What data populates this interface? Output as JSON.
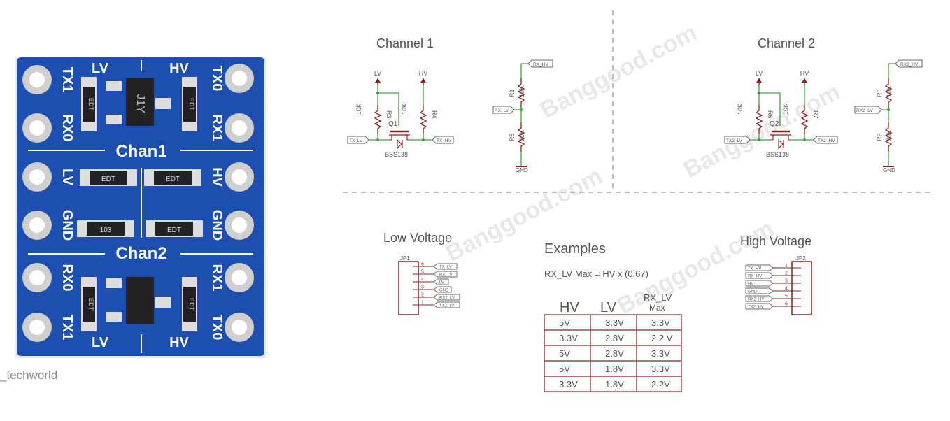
{
  "board": {
    "labels": {
      "tx1_left": "TX1",
      "lv_top": "LV",
      "hv_top": "HV",
      "tx0_right": "TX0",
      "rx0_left": "RX0",
      "rx1_right": "RX1",
      "chan1": "Chan1",
      "lv_mid": "LV",
      "hv_mid": "HV",
      "gnd_left": "GND",
      "gnd_right": "GND",
      "chan2": "Chan2",
      "rx0_left2": "RX0",
      "rx1_right2": "RX1",
      "tx1_left2": "TX1",
      "lv_bottom": "LV",
      "hv_bottom": "HV",
      "tx0_right2": "TX0",
      "mosfet_mark": "J1Y",
      "res_marks": [
        "EDT",
        "EDT",
        "EDT",
        "EDT",
        "103",
        "EDT",
        "EDT",
        "EDT"
      ]
    },
    "colors": {
      "pcb": "#1c4fb0",
      "pad": "#c9c9c9",
      "silk": "#ffffff"
    }
  },
  "caption": "_techworld",
  "watermark": "Banggood.com",
  "schematic": {
    "channel1": {
      "title": "Channel 1",
      "lv": "LV",
      "hv": "HV",
      "r3": "R3",
      "r3_val": "10K",
      "r4": "R4",
      "r4_val": "10K",
      "q": "Q1",
      "q_part": "BSS138",
      "tx_lv": "TX_LV",
      "tx_hv": "TX_HV",
      "rx_hv": "RX_HV",
      "rx_lv": "RX_LV",
      "r1": "R1",
      "r1_val": "10K",
      "r5": "R5",
      "r5_val": "20K",
      "gnd": "GND"
    },
    "channel2": {
      "title": "Channel 2",
      "lv": "LV",
      "hv": "HV",
      "r6": "R6",
      "r6_val": "10K",
      "r7": "R7",
      "r7_val": "10K",
      "q": "Q2",
      "q_part": "BSS138",
      "tx_lv": "TX2_LV",
      "tx_hv": "TX2_HV",
      "rx_hv": "RX2_HV",
      "rx_lv": "RX2_LV",
      "r8": "R8",
      "r8_val": "10K",
      "r9": "R9",
      "r9_val": "20K",
      "gnd": "GND"
    },
    "low_voltage": {
      "title": "Low Voltage",
      "ref": "JP1",
      "pins": [
        {
          "num": "6",
          "net": "TX_LV"
        },
        {
          "num": "5",
          "net": "RX_LV"
        },
        {
          "num": "4",
          "net": "LV"
        },
        {
          "num": "3",
          "net": "GND"
        },
        {
          "num": "2",
          "net": "RX2_LV"
        },
        {
          "num": "1",
          "net": "TX2_LV"
        }
      ]
    },
    "high_voltage": {
      "title": "High Voltage",
      "ref": "JP2",
      "pins": [
        {
          "num": "1",
          "net": "TX_HV"
        },
        {
          "num": "2",
          "net": "RX_HV"
        },
        {
          "num": "3",
          "net": "HV"
        },
        {
          "num": "4",
          "net": "GND"
        },
        {
          "num": "5",
          "net": "RX2_HV"
        },
        {
          "num": "6",
          "net": "TX2_HV"
        }
      ]
    },
    "examples": {
      "title": "Examples",
      "formula": "RX_LV Max = HV x (0.67)",
      "headers": [
        "HV",
        "LV",
        "RX_LV",
        "Max"
      ],
      "rows": [
        [
          "5V",
          "3.3V",
          "3.3V"
        ],
        [
          "3.3V",
          "2.8V",
          "2.2 V"
        ],
        [
          "5V",
          "2.8V",
          "3.3V"
        ],
        [
          "5V",
          "1.8V",
          "3.3V"
        ],
        [
          "3.3V",
          "1.8V",
          "2.2V"
        ]
      ]
    },
    "colors": {
      "wire": "#3fa33f",
      "symbol": "#8a2020",
      "text": "#555555",
      "divider": "#999999"
    }
  }
}
